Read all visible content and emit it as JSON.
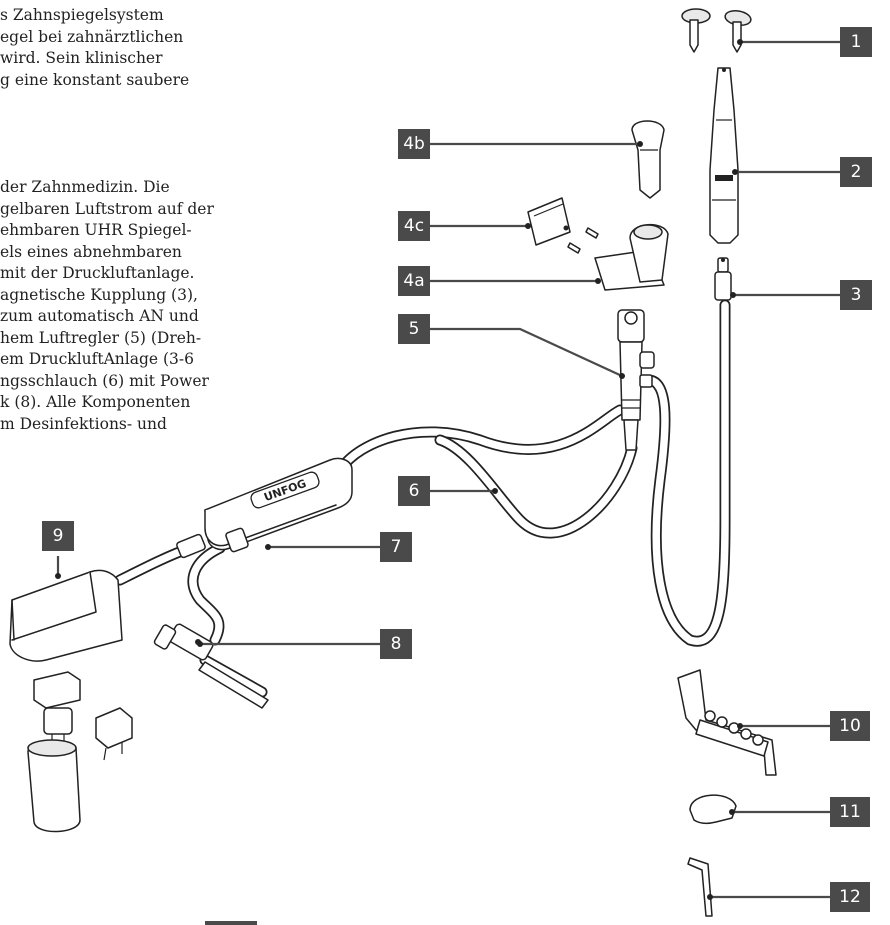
{
  "intro_paragraph": {
    "lines": [
      "s Zahnspiegelsystem",
      "egel bei zahnärztlichen",
      " wird. Sein klinischer",
      "g eine konstant saubere"
    ]
  },
  "description_paragraph": {
    "lines": [
      "der Zahnmedizin. Die",
      "gelbaren Luftstrom auf der",
      "ehmbaren UHR Spiegel-",
      "els eines abnehmbaren",
      "mit der Druckluftanlage.",
      "agnetische Kupplung (3),",
      "zum automatisch AN und",
      "hem Luftregler (5) (Dreh-",
      "em DruckluftAnlage (3-6",
      "ngsschlauch (6) mit Power",
      "k (8). Alle Komponenten",
      "m Desinfektions- und"
    ]
  },
  "device_logo_text": "UNFOG",
  "callouts": [
    {
      "id": "1",
      "label": "1"
    },
    {
      "id": "2",
      "label": "2"
    },
    {
      "id": "3",
      "label": "3"
    },
    {
      "id": "4b",
      "label": "4b"
    },
    {
      "id": "4c",
      "label": "4c"
    },
    {
      "id": "4a",
      "label": "4a"
    },
    {
      "id": "5",
      "label": "5"
    },
    {
      "id": "6",
      "label": "6"
    },
    {
      "id": "7",
      "label": "7"
    },
    {
      "id": "8",
      "label": "8"
    },
    {
      "id": "9",
      "label": "9"
    },
    {
      "id": "10",
      "label": "10"
    },
    {
      "id": "11",
      "label": "11"
    },
    {
      "id": "12",
      "label": "12"
    }
  ],
  "colors": {
    "callout_background": "#4a4a4a",
    "callout_text": "#ffffff",
    "line_art": "#222222"
  }
}
